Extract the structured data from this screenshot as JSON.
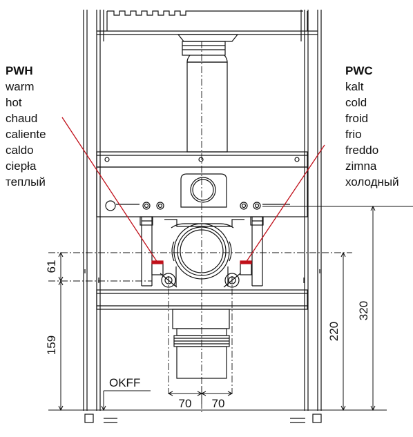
{
  "pwh": {
    "title": "PWH",
    "words": [
      "warm",
      "hot",
      "chaud",
      "caliente",
      "caldo",
      "ciepła",
      "теплый"
    ]
  },
  "pwc": {
    "title": "PWC",
    "words": [
      "kalt",
      "cold",
      "froid",
      "frio",
      "freddo",
      "zimna",
      "холодный"
    ]
  },
  "dimensions": {
    "d61": "61",
    "d159": "159",
    "d220": "220",
    "d320": "320",
    "d70_left": "70",
    "d70_right": "70",
    "okff": "OKFF"
  },
  "colors": {
    "line": "#111111",
    "leader": "#c0101a"
  }
}
